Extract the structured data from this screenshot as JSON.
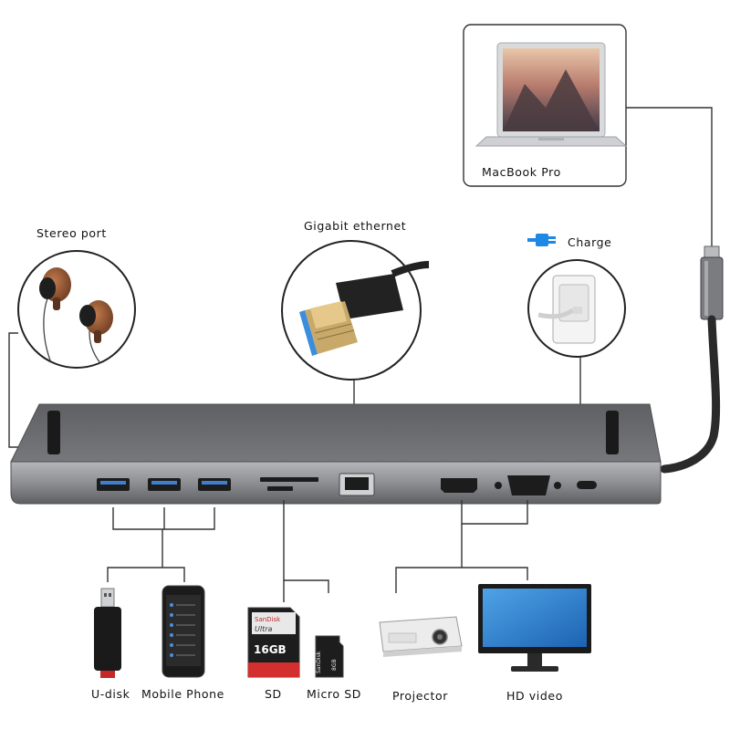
{
  "labels": {
    "macbook": "MacBook Pro",
    "stereo": "Stereo port",
    "ethernet": "Gigabit ethernet",
    "charge": "Charge",
    "udisk": "U-disk",
    "phone": "Mobile Phone",
    "sd": "SD",
    "microsd": "Micro SD",
    "projector": "Projector",
    "hdvideo": "HD video"
  },
  "sd_card": {
    "brand": "SanDisk",
    "line": "Ultra",
    "capacity": "16GB"
  },
  "microsd_card": {
    "brand": "SanDisk",
    "capacity": "8GB"
  },
  "colors": {
    "hub_top": "#6f7073",
    "hub_front": "#8d8f93",
    "port": "#1c1c1c",
    "plug_blue": "#1e88e5",
    "monitor_blue": "#2a7fd0",
    "wood": "#8a4e2e"
  }
}
